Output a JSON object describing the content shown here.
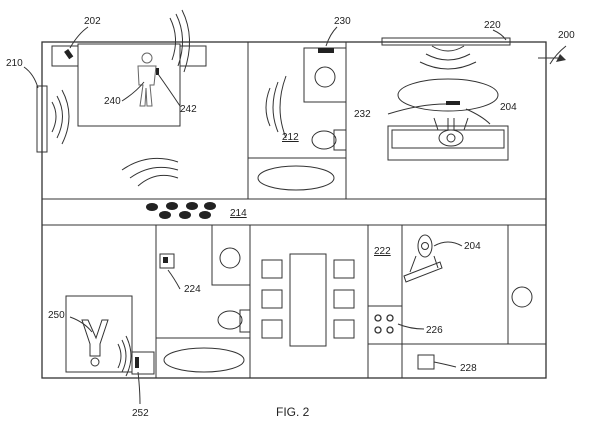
{
  "figure": {
    "caption": "FIG. 2",
    "ref_labels": {
      "system": "200",
      "sensor_202": "202",
      "sensor_210": "210",
      "sensor_220": "220",
      "sensor_230": "230",
      "person_240": "240",
      "device_242": "242",
      "device_232": "232",
      "person_204_living": "204",
      "bathroom_212": "212",
      "hallway_214": "214",
      "kitchen_222": "222",
      "person_204_kitchen": "204",
      "device_224": "224",
      "stove_226": "226",
      "device_228": "228",
      "person_250": "250",
      "device_252": "252"
    }
  }
}
